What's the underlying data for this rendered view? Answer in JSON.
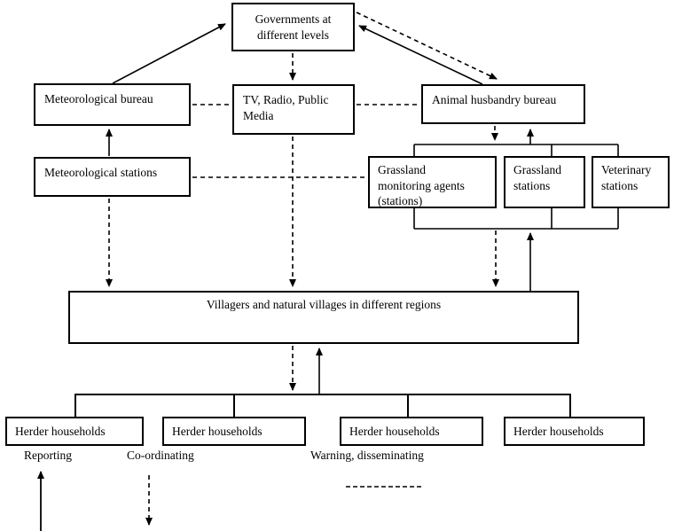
{
  "nodes": {
    "governments": "Governments at\ndifferent levels",
    "met_bureau": "Meteorological bureau",
    "tv_media": "TV, Radio, Public\nMedia",
    "animal_bureau": "Animal husbandry bureau",
    "met_stations": "Meteorological stations",
    "grassland_agents": "Grassland\nmonitoring agents\n(stations)",
    "grassland_stations": "Grassland\nstations",
    "veterinary_stations": "Veterinary\nstations",
    "villagers": "Villagers and natural villages in different regions",
    "herder_households_1": "Herder households",
    "herder_households_2": "Herder households",
    "herder_households_3": "Herder households",
    "herder_households_4": "Herder households"
  },
  "legend": {
    "reporting_label": "Reporting",
    "coordinating_label": "Co-ordinating",
    "warning_label": "Warning, disseminating"
  },
  "colors": {
    "line": "#000000",
    "background": "#ffffff"
  }
}
